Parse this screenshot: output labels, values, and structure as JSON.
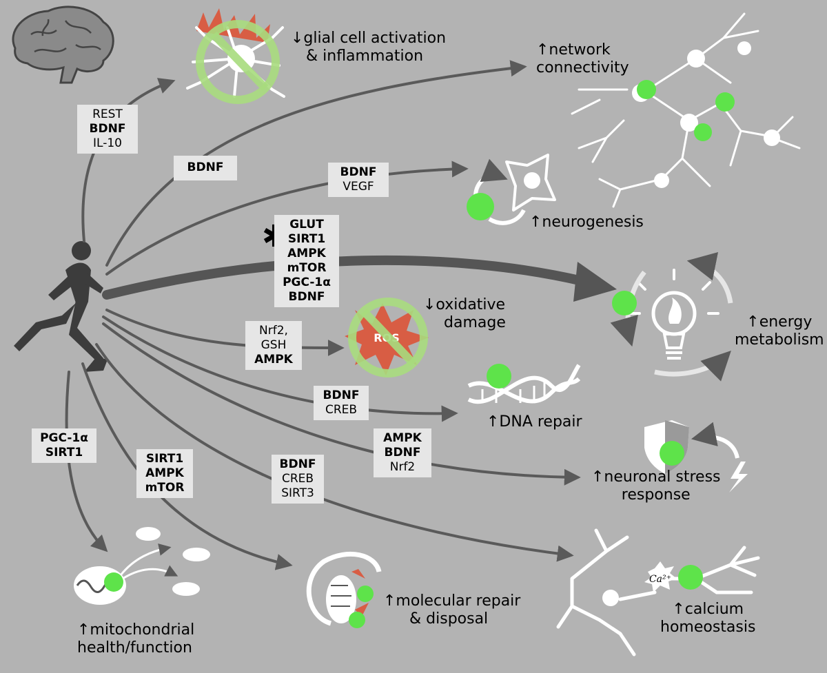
{
  "labels": {
    "glial": [
      "REST",
      "BDNF",
      "IL-10"
    ],
    "network": [
      "BDNF"
    ],
    "neurogenesis": [
      "BDNF",
      "VEGF"
    ],
    "energy": [
      "GLUT",
      "SIRT1",
      "AMPK",
      "mTOR",
      "PGC-1α",
      "BDNF"
    ],
    "oxidative": [
      "Nrf2,",
      "GSH",
      "AMPK"
    ],
    "dna": [
      "BDNF",
      "CREB"
    ],
    "stress": [
      "AMPK",
      "BDNF",
      "Nrf2"
    ],
    "calcium": [
      "BDNF",
      "CREB",
      "SIRT3"
    ],
    "molecular": [
      "SIRT1",
      "AMPK",
      "mTOR"
    ],
    "mito": [
      "PGC-1α",
      "SIRT1"
    ]
  },
  "star": "✱",
  "outcomes": {
    "glial": [
      "↓glial cell activation",
      "& inflammation"
    ],
    "network": [
      "↑network",
      "connectivity"
    ],
    "neurogenesis": [
      "↑neurogenesis"
    ],
    "oxidative": [
      "↓oxidative",
      "damage"
    ],
    "energy": [
      "↑energy",
      "metabolism"
    ],
    "dna": [
      "↑DNA repair"
    ],
    "stress": [
      "↑neuronal stress",
      "response"
    ],
    "molecular": [
      "↑molecular repair",
      "& disposal"
    ],
    "calcium": [
      "↑calcium",
      "homeostasis"
    ],
    "mito": [
      "↑mitochondrial",
      "health/function"
    ]
  },
  "icon_text": {
    "ros": "ROS",
    "calcium_ion": "Ca²⁺"
  },
  "colors": {
    "background": "#b3b3b3",
    "arrow": "#5a5a5a",
    "label_box": "#e6e6e6",
    "accent_green": "#5ee34a",
    "no_circle_green": "#a8dc7e",
    "flame_red": "#d85d44",
    "icon_white": "#ffffff",
    "figure_dark": "#3c3c3c"
  }
}
